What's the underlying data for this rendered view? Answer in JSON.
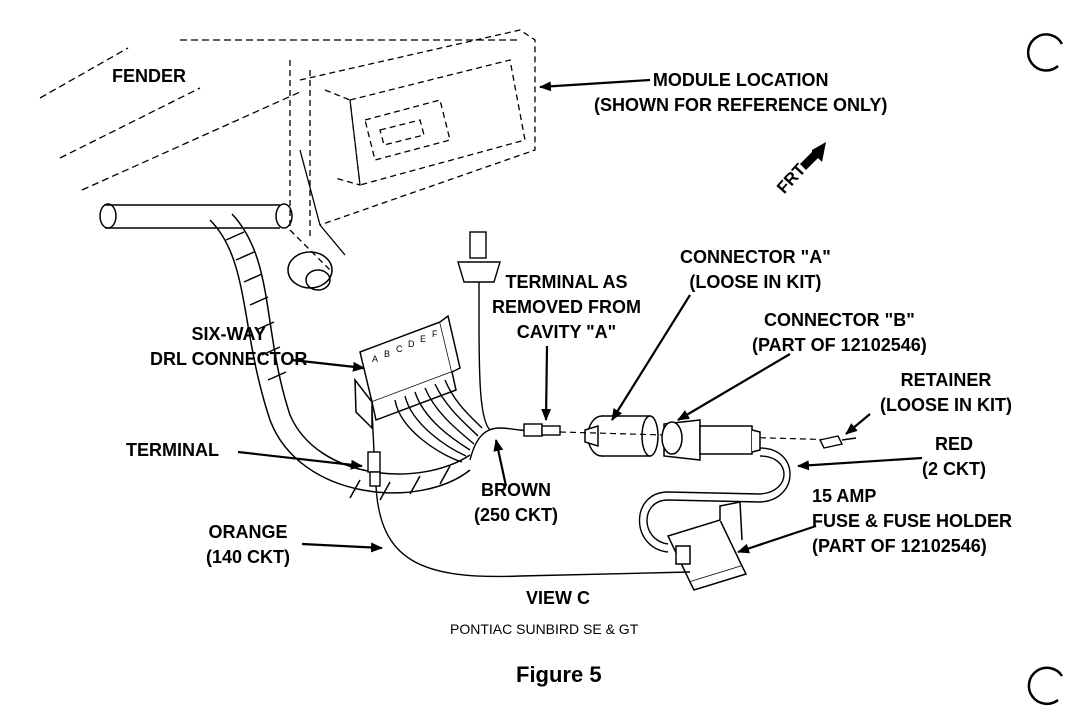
{
  "labels": {
    "fender": "FENDER",
    "module_location": [
      "MODULE LOCATION",
      "(SHOWN FOR REFERENCE ONLY)"
    ],
    "frt": "FRT",
    "connector_a": [
      "CONNECTOR \"A\"",
      "(LOOSE IN KIT)"
    ],
    "terminal_removed": [
      "TERMINAL AS",
      "REMOVED FROM",
      "CAVITY \"A\""
    ],
    "connector_b": [
      "CONNECTOR \"B\"",
      "(PART OF 12102546)"
    ],
    "six_way": [
      "SIX-WAY",
      "DRL CONNECTOR"
    ],
    "retainer": [
      "RETAINER",
      "(LOOSE IN KIT)"
    ],
    "terminal": "TERMINAL",
    "red": [
      "RED",
      "(2 CKT)"
    ],
    "brown": [
      "BROWN",
      "(250 CKT)"
    ],
    "fuse": [
      "15 AMP",
      "FUSE & FUSE HOLDER",
      "(PART OF 12102546)"
    ],
    "orange": [
      "ORANGE",
      "(140 CKT)"
    ],
    "view": "VIEW C",
    "vehicle": "PONTIAC SUNBIRD SE & GT",
    "figure": "Figure 5",
    "cavity_letters": [
      "A",
      "B",
      "C",
      "D",
      "E",
      "F"
    ]
  },
  "colors": {
    "ink": "#000000",
    "paper": "#ffffff"
  }
}
